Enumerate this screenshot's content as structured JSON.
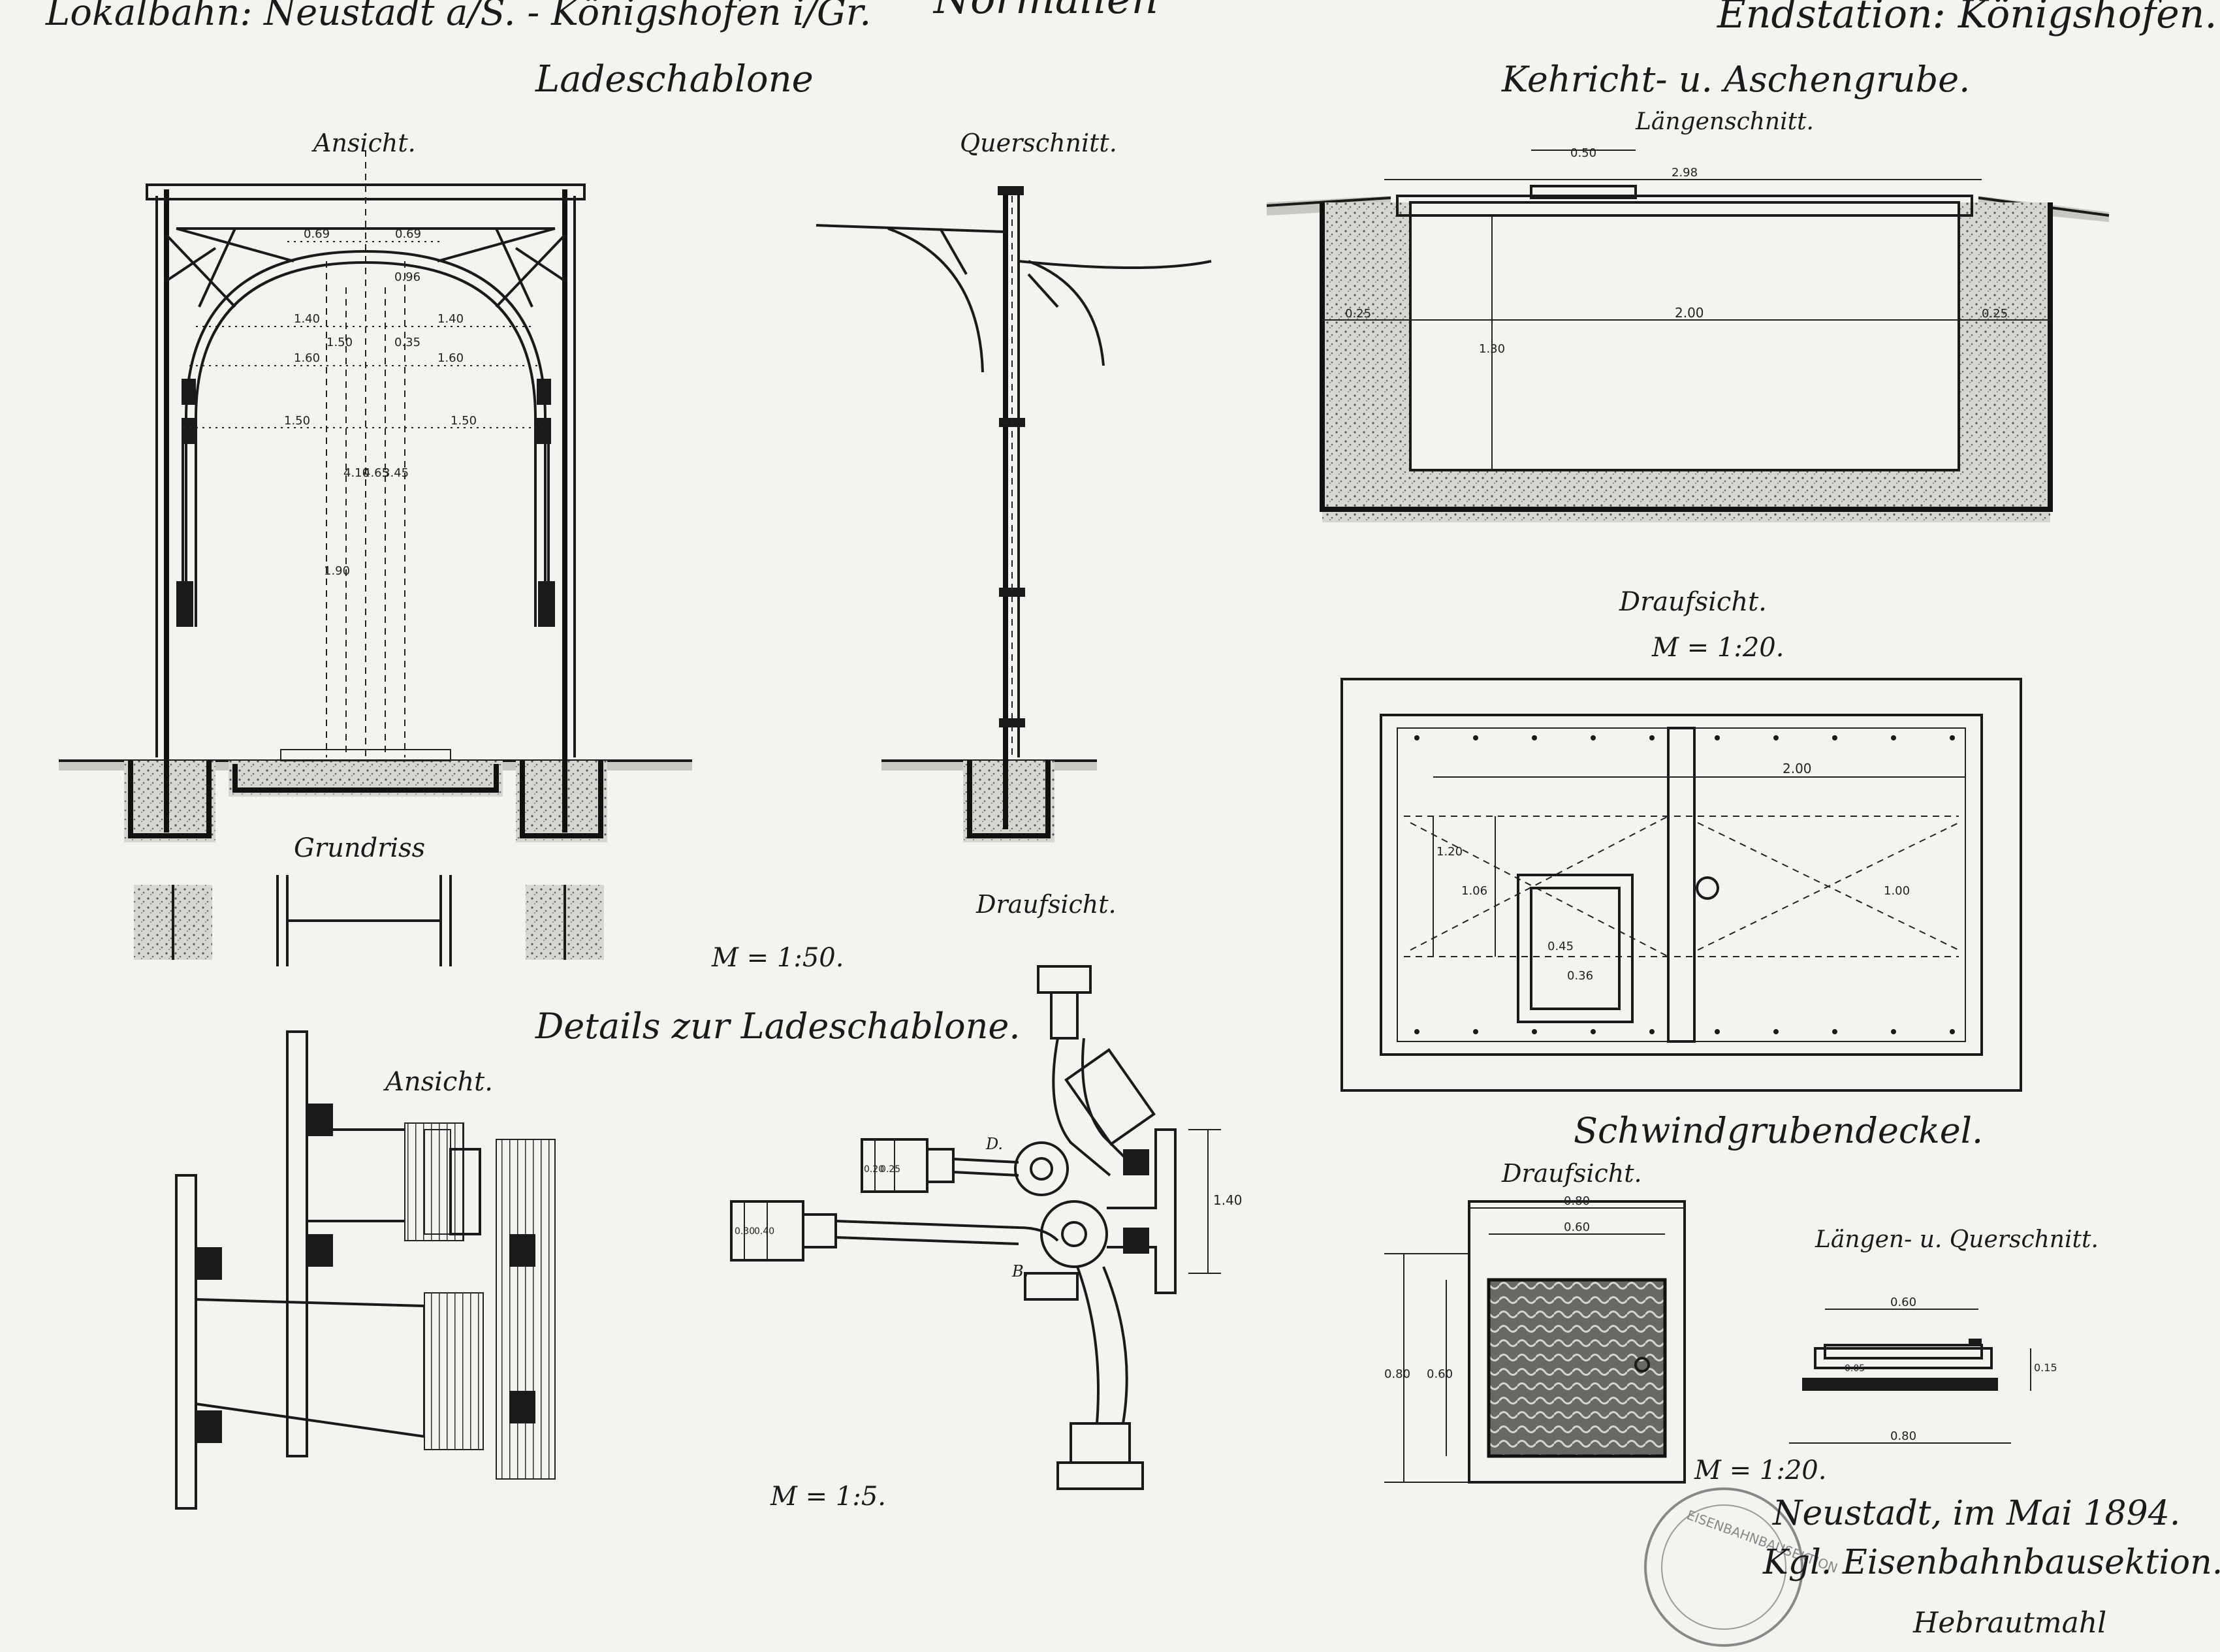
{
  "header": {
    "left": "Lokalbahn: Neustadt a/S. - Königshofen i/Gr.",
    "center": "Normalien",
    "right": "Endstation: Königshofen."
  },
  "sections": {
    "ladeschablone": {
      "title": "Ladeschablone",
      "ansicht_label": "Ansicht.",
      "querschnitt_label": "Querschnitt.",
      "grundriss_label": "Grundriss",
      "draufsicht_label": "Draufsicht.",
      "scale": "M = 1:50.",
      "dims": {
        "d069_l": "0.69",
        "d069_r": "0.69",
        "d096": "0.96",
        "d140_l": "1.40",
        "d140_r": "1.40",
        "d150": "1.50",
        "d035": "0.35",
        "d160_l": "1.60",
        "d160_r": "1.60",
        "d150_l": "1.50",
        "d150_r": "1.50",
        "d410": "4.10",
        "d465": "4.65",
        "d345": "3.45",
        "d190": "1.90"
      }
    },
    "details": {
      "title": "Details zur Ladeschablone.",
      "ansicht_label": "Ansicht.",
      "scale": "M = 1:5.",
      "label_d": "D.",
      "label_b": "B.",
      "dim_140": "1.40",
      "dim_020": "0.20",
      "dim_025": "0.25",
      "dim_030": "0.30",
      "dim_040": "0.40"
    },
    "kehricht": {
      "title": "Kehricht- u. Aschengrube.",
      "laengenschnitt_label": "Längenschnitt.",
      "draufsicht_label": "Draufsicht.",
      "scale": "M = 1:20.",
      "dims": {
        "d050": "0.50",
        "d298": "2.98",
        "d025_l": "0.25",
        "d025_r": "0.25",
        "d200": "2.00",
        "d130": "1.30",
        "plan_200": "2.00",
        "plan_120": "1.20",
        "plan_106": "1.06",
        "plan_200b": "1.00",
        "plan_095": "0.45",
        "plan_036": "0.36"
      }
    },
    "schwindgrube": {
      "title": "Schwindgrubendeckel.",
      "draufsicht_label": "Draufsicht.",
      "schnitt_label": "Längen- u. Querschnitt.",
      "scale": "M = 1:20.",
      "dims": {
        "d080_top": "0.80",
        "d060_top": "0.60",
        "d080_side": "0.80",
        "d060_side": "0.60",
        "s060": "0.60",
        "s005": "0.05",
        "s015": "0.15",
        "s080": "0.80"
      }
    }
  },
  "signature": {
    "place_date": "Neustadt, im Mai 1894.",
    "office": "Kgl. Eisenbahnbausektion.",
    "name": "Hebrautmahl",
    "stamp_text": "EISENBAHNBAUSEKTION"
  }
}
